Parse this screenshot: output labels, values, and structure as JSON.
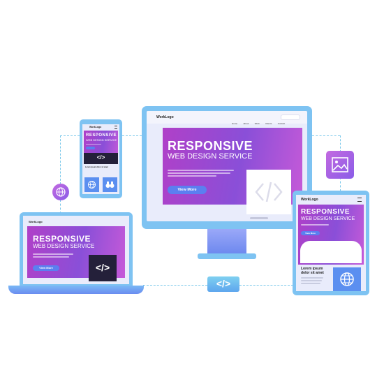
{
  "illustration": {
    "brand": {
      "prefix": "Work",
      "bold": "Logo"
    },
    "nav_items": [
      "Home",
      "About",
      "Work",
      "Clients",
      "Contact"
    ],
    "headline": "RESPONSIVE",
    "subheadline": "WEB DESIGN SERVICE",
    "cta_label": "View More",
    "mobile_subtitle": "Lorem ipsum dolor sit amet",
    "tablet_subtitle": "Lorem ipsum dolor sit amet",
    "code_glyph": "</>"
  },
  "colors": {
    "accent_purple": "#b040c8",
    "accent_blue": "#5b7ff0",
    "device_frame": "#7ec3f2",
    "dashed_lines": "#7ac8ea"
  },
  "icons": [
    "globe-icon",
    "image-icon",
    "code-icon"
  ]
}
